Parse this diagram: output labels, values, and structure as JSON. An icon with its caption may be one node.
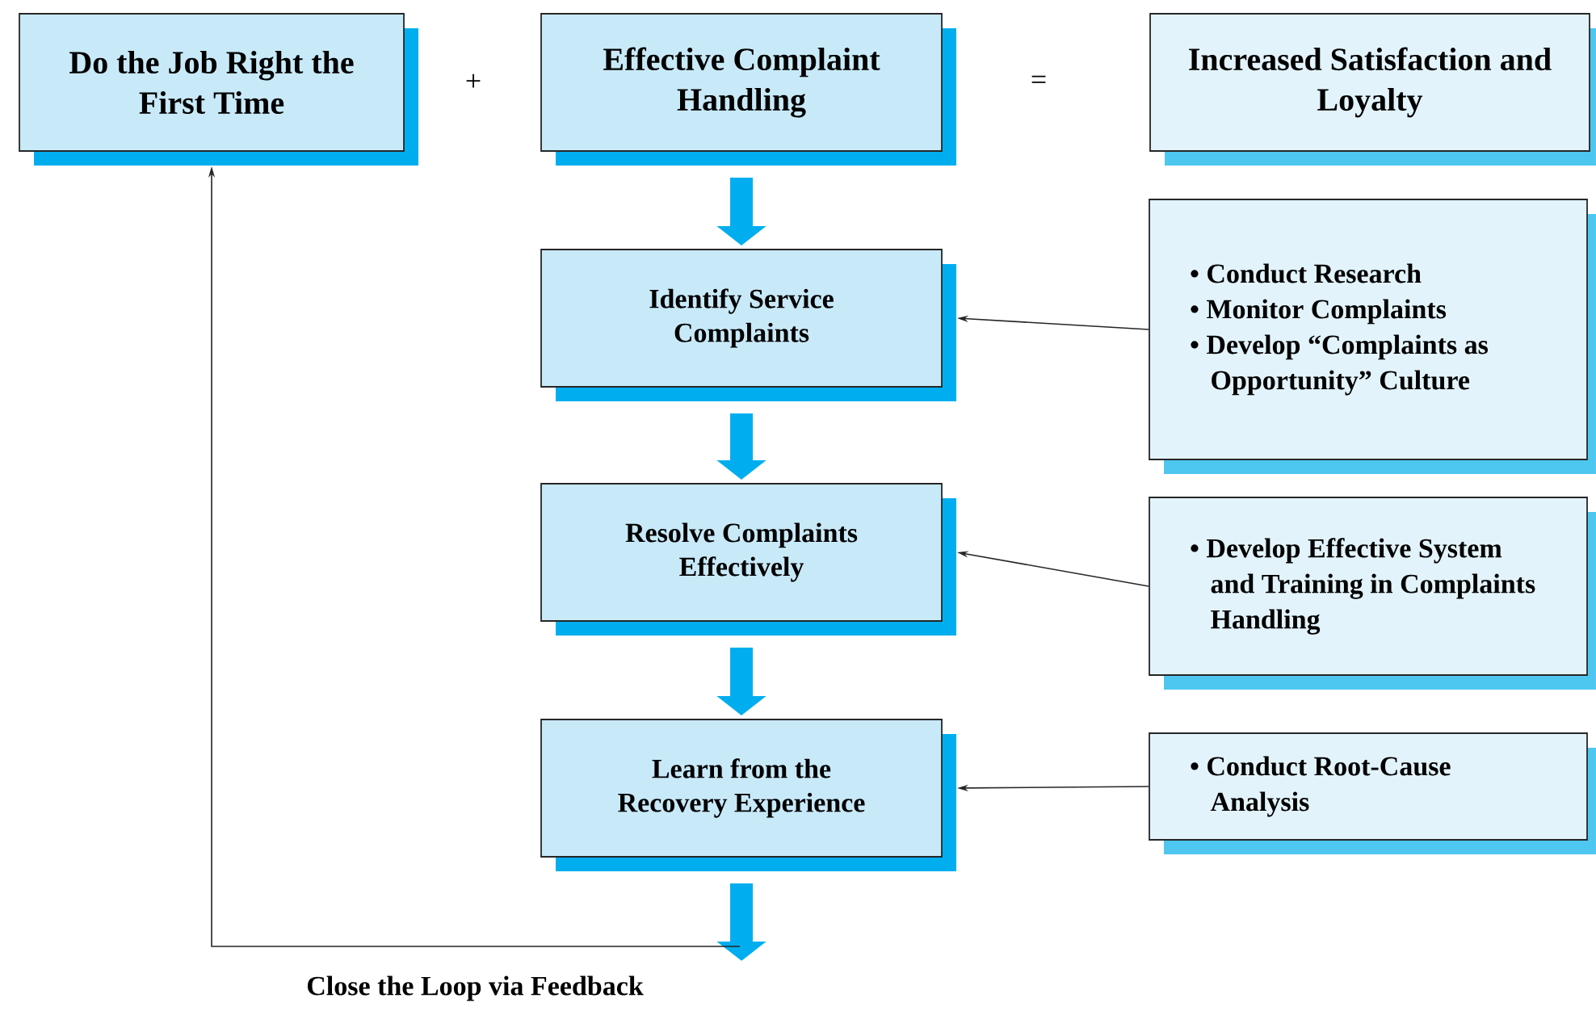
{
  "diagram": {
    "nodes": [
      {
        "text": [
          "Do the Job Right the First Time"
        ]
      },
      {
        "text": [
          "Effective Complaint Handling"
        ]
      },
      {
        "text": [
          "Increased Satisfaction and Loyalty"
        ]
      },
      {
        "text": [
          "Identify Service Complaints"
        ]
      },
      {
        "text": [
          "Resolve Complaints Effectively"
        ]
      },
      {
        "text": [
          "Learn from the Recovery Experience"
        ]
      },
      {
        "text": [
          "• Conduct Research",
          "• Monitor Complaints",
          "• Develop “Complaints as Opportunity” Culture"
        ]
      },
      {
        "text": [
          "• Develop Effective System and Training in Complaints Handling"
        ]
      },
      {
        "text": [
          "• Conduct Root-Cause Analysis"
        ]
      }
    ],
    "edges": [
      {
        "from": 1,
        "to": 3,
        "arrow": "to",
        "style": "thick",
        "color": "#00aeef"
      },
      {
        "from": 3,
        "to": 4,
        "arrow": "to",
        "style": "thick",
        "color": "#00aeef"
      },
      {
        "from": 4,
        "to": 5,
        "arrow": "to",
        "style": "thick",
        "color": "#00aeef"
      },
      {
        "from": 5,
        "to": null,
        "arrow": "to",
        "style": "thick",
        "color": "#00aeef"
      },
      {
        "from": 6,
        "to": 3,
        "arrow": "to",
        "color": "#262626"
      },
      {
        "from": 7,
        "to": 4,
        "arrow": "to",
        "color": "#262626"
      },
      {
        "from": 8,
        "to": 5,
        "arrow": "to",
        "color": "#262626"
      },
      {
        "from": null,
        "to": 0,
        "arrow": "to",
        "label": "Close the Loop via Feedback",
        "color": "#262626"
      }
    ],
    "labels": [
      "+",
      "="
    ]
  }
}
